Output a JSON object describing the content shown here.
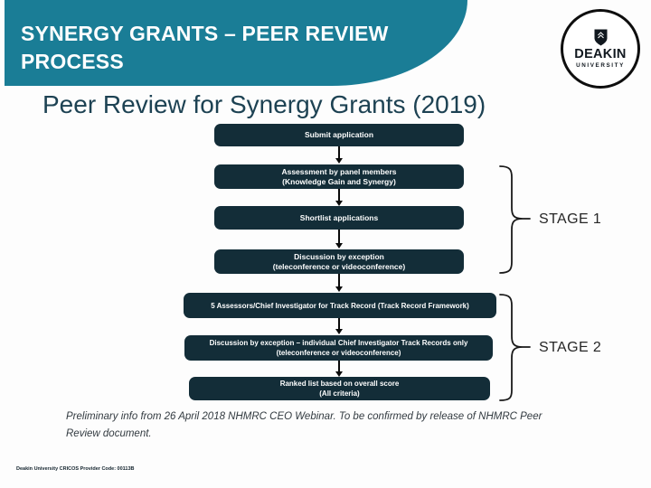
{
  "colors": {
    "header_teal": "#1a7d96",
    "flow_box_dark": "#132d38",
    "slide_title_text": "#1d4253"
  },
  "header": {
    "title_line1": "SYNERGY GRANTS – PEER REVIEW",
    "title_line2": "PROCESS"
  },
  "logo": {
    "wordmark": "DEAKIN",
    "subtitle": "UNIVERSITY"
  },
  "slide": {
    "title": "Peer Review for Synergy Grants (2019)",
    "note_line1": "Preliminary info from 26 April 2018 NHMRC CEO Webinar. To be confirmed by release of NHMRC Peer",
    "note_line2": "Review document.",
    "footer": "Deakin University CRICOS Provider Code: 00113B"
  },
  "flowchart": {
    "boxes": [
      {
        "line1": "Submit application",
        "line2": ""
      },
      {
        "line1": "Assessment by panel members",
        "line2": "(Knowledge Gain and Synergy)"
      },
      {
        "line1": "Shortlist applications",
        "line2": ""
      },
      {
        "line1": "Discussion by exception",
        "line2": "(teleconference or videoconference)"
      },
      {
        "line1": "5 Assessors/Chief Investigator for Track Record  (Track Record Framework)",
        "line2": ""
      },
      {
        "line1": "Discussion by exception – individual Chief Investigator Track Records only",
        "line2": "(teleconference or videoconference)"
      },
      {
        "line1": "Ranked list based on overall score",
        "line2": "(All criteria)"
      }
    ],
    "stage1_label": "STAGE 1",
    "stage2_label": "STAGE 2"
  }
}
